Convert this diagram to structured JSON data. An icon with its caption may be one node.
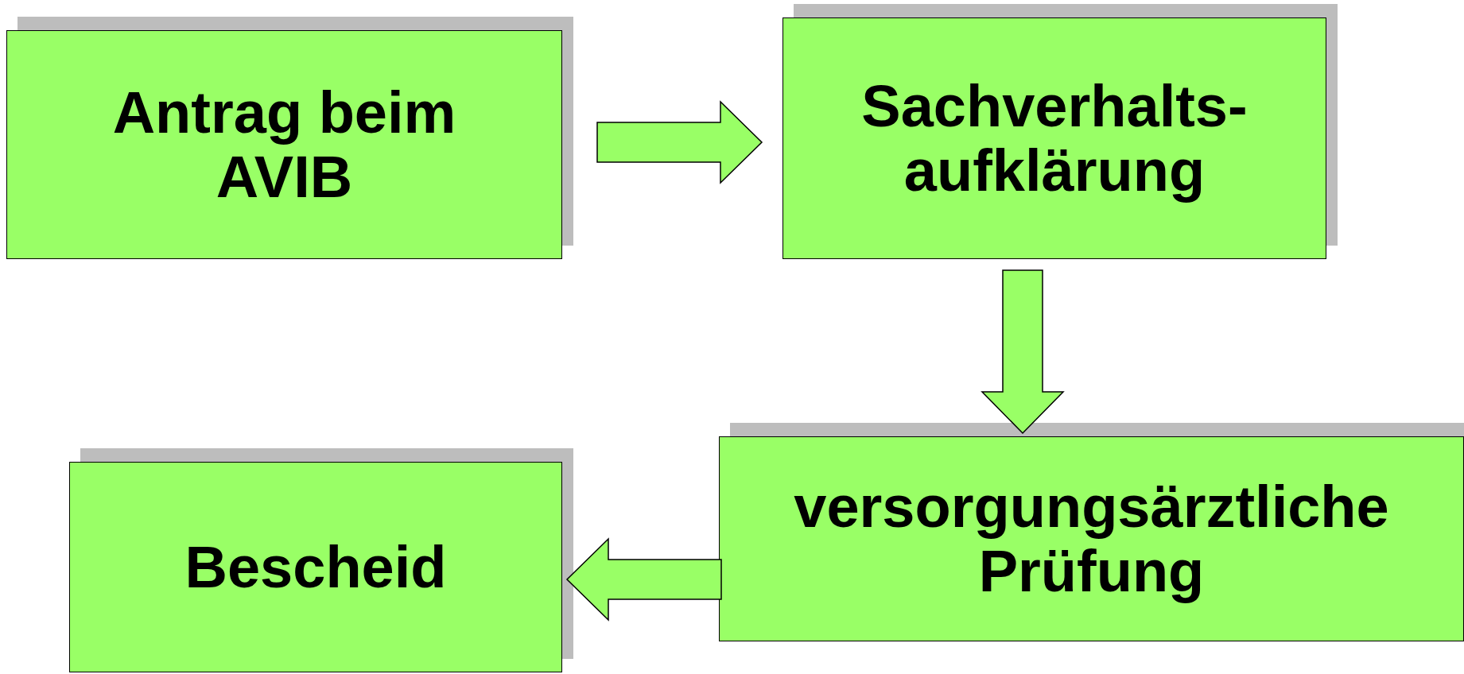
{
  "diagram": {
    "nodes": [
      {
        "text": [
          "Antrag beim AVIB"
        ]
      },
      {
        "text": [
          "Sachverhalts- aufklärung"
        ]
      },
      {
        "text": [
          "versorgungsärztliche Prüfung"
        ]
      },
      {
        "text": [
          "Bescheid"
        ]
      }
    ],
    "edges": [
      {
        "from": 0,
        "to": 1,
        "arrow": "to"
      },
      {
        "from": 1,
        "to": 2,
        "arrow": "to"
      },
      {
        "from": 2,
        "to": 3,
        "arrow": "to"
      }
    ]
  }
}
